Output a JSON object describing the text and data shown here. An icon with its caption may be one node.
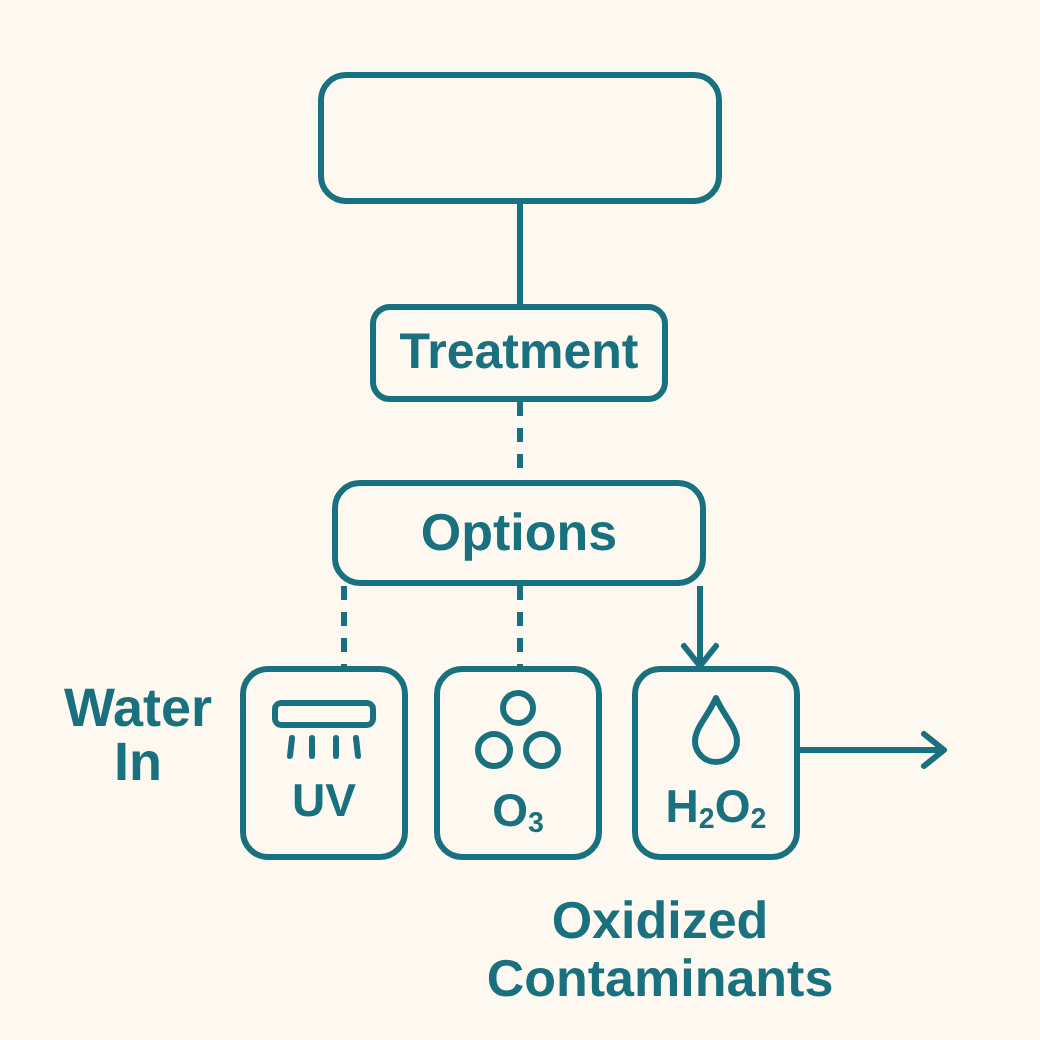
{
  "diagram": {
    "nodes": [
      {
        "text": [],
        "shape": "box"
      },
      {
        "text": [
          "Treatment"
        ]
      },
      {
        "text": [
          "Options"
        ]
      },
      {
        "text": [
          "UV"
        ]
      },
      {
        "text": [
          "O$_{3}$"
        ]
      },
      {
        "text": [
          "H$_{2}$O$_{2}$"
        ]
      }
    ],
    "edges": [
      {
        "from": 0,
        "to": 1,
        "arrow": "none"
      },
      {
        "from": 1,
        "to": 2,
        "arrow": "none",
        "style": "dashed"
      },
      {
        "from": 2,
        "to": 3,
        "arrow": "none",
        "style": "dashed"
      },
      {
        "from": 2,
        "to": 4,
        "arrow": "none",
        "style": "dashed"
      },
      {
        "from": 2,
        "to": 5,
        "arrow": "to"
      },
      {
        "from": 5,
        "to": null,
        "arrow": "to"
      }
    ],
    "labels": [
      "Water In",
      "Oxidized Contaminants"
    ]
  }
}
